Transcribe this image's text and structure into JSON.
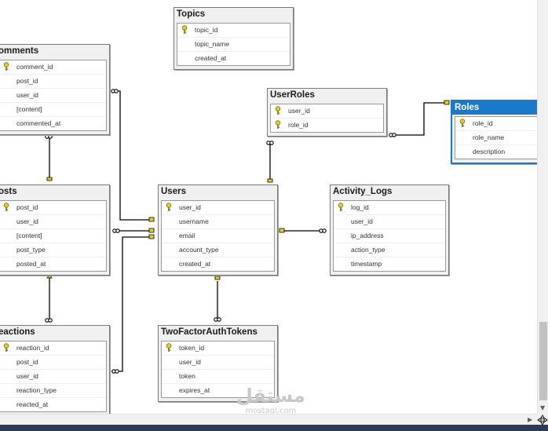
{
  "tables": {
    "topics": {
      "title": "Topics",
      "columns": [
        "topic_id",
        "topic_name",
        "created_at"
      ]
    },
    "comments": {
      "title": "omments",
      "columns": [
        "comment_id",
        "post_id",
        "user_id",
        "[content]",
        "commented_at"
      ]
    },
    "userroles": {
      "title": "UserRoles",
      "columns": [
        "user_id",
        "role_id"
      ]
    },
    "roles": {
      "title": "Roles",
      "columns": [
        "role_id",
        "role_name",
        "description"
      ]
    },
    "posts": {
      "title": "osts",
      "columns": [
        "post_id",
        "user_id",
        "[content]",
        "post_type",
        "posted_at"
      ]
    },
    "users": {
      "title": "Users",
      "columns": [
        "user_id",
        "username",
        "email",
        "account_type",
        "created_at"
      ]
    },
    "activity_logs": {
      "title": "Activity_Logs",
      "columns": [
        "log_id",
        "user_id",
        "ip_address",
        "action_type",
        "timestamp"
      ]
    },
    "reactions": {
      "title": "eactions",
      "columns": [
        "reaction_id",
        "post_id",
        "user_id",
        "reaction_type",
        "reacted_at"
      ]
    },
    "twofactor": {
      "title": "TwoFactorAuthTokens",
      "columns": [
        "token_id",
        "user_id",
        "token",
        "expires_at"
      ]
    }
  },
  "watermark": {
    "main": "مستقل",
    "sub": "mostaql.com"
  },
  "colors": {
    "selected_header": "#1979ca",
    "key_icon": "#e6cf2a",
    "relationship_line": "#000000"
  }
}
